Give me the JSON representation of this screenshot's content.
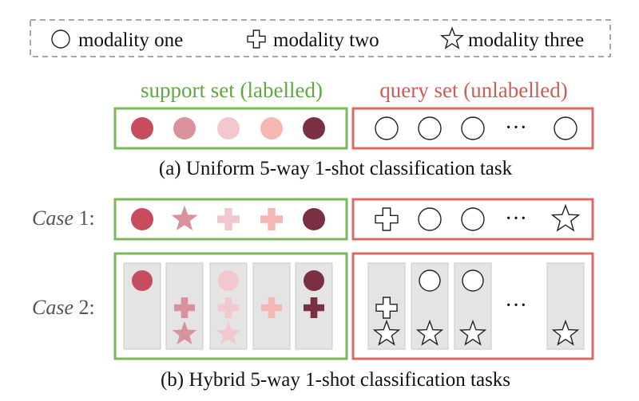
{
  "legend": {
    "items": [
      {
        "shape": "circle",
        "label": "modality one"
      },
      {
        "shape": "cross",
        "label": "modality two"
      },
      {
        "shape": "star",
        "label": "modality three"
      }
    ]
  },
  "colors": {
    "support_border": "#7ab85a",
    "query_border": "#d96b66",
    "support_title": "#5fa83f",
    "query_title": "#cf5c57",
    "column_fill": "#e4e4e4",
    "column_stroke": "#c8c8c8",
    "outline": "#222222",
    "shades": [
      "#c74d5e",
      "#d9919b",
      "#f2c8ce",
      "#f5b8b1",
      "#7a2f43"
    ]
  },
  "titles": {
    "support": "support set (labelled)",
    "query": "query set (unlabelled)"
  },
  "captions": {
    "a": "(a) Uniform 5-way 1-shot classification task",
    "b": "(b) Hybrid 5-way 1-shot classification tasks"
  },
  "case_labels": [
    {
      "word": "Case",
      "num": " 1:"
    },
    {
      "word": "Case",
      "num": " 2:"
    }
  ],
  "ellipsis": "···",
  "uniform": {
    "support": [
      "circle",
      "circle",
      "circle",
      "circle",
      "circle"
    ],
    "query": [
      "circle",
      "circle",
      "circle",
      "...",
      "circle"
    ]
  },
  "case1": {
    "support": [
      "circle",
      "star",
      "cross",
      "cross",
      "circle"
    ],
    "query": [
      "cross",
      "circle",
      "circle",
      "...",
      "star"
    ]
  },
  "case2": {
    "support": [
      [
        "circle"
      ],
      [
        "cross",
        "star"
      ],
      [
        "circle",
        "cross",
        "star"
      ],
      [
        "cross"
      ],
      [
        "circle",
        "cross"
      ]
    ],
    "query": [
      [
        "cross",
        "star"
      ],
      [
        "circle",
        "star"
      ],
      [
        "circle",
        "star"
      ],
      "...",
      [
        "star"
      ]
    ]
  }
}
